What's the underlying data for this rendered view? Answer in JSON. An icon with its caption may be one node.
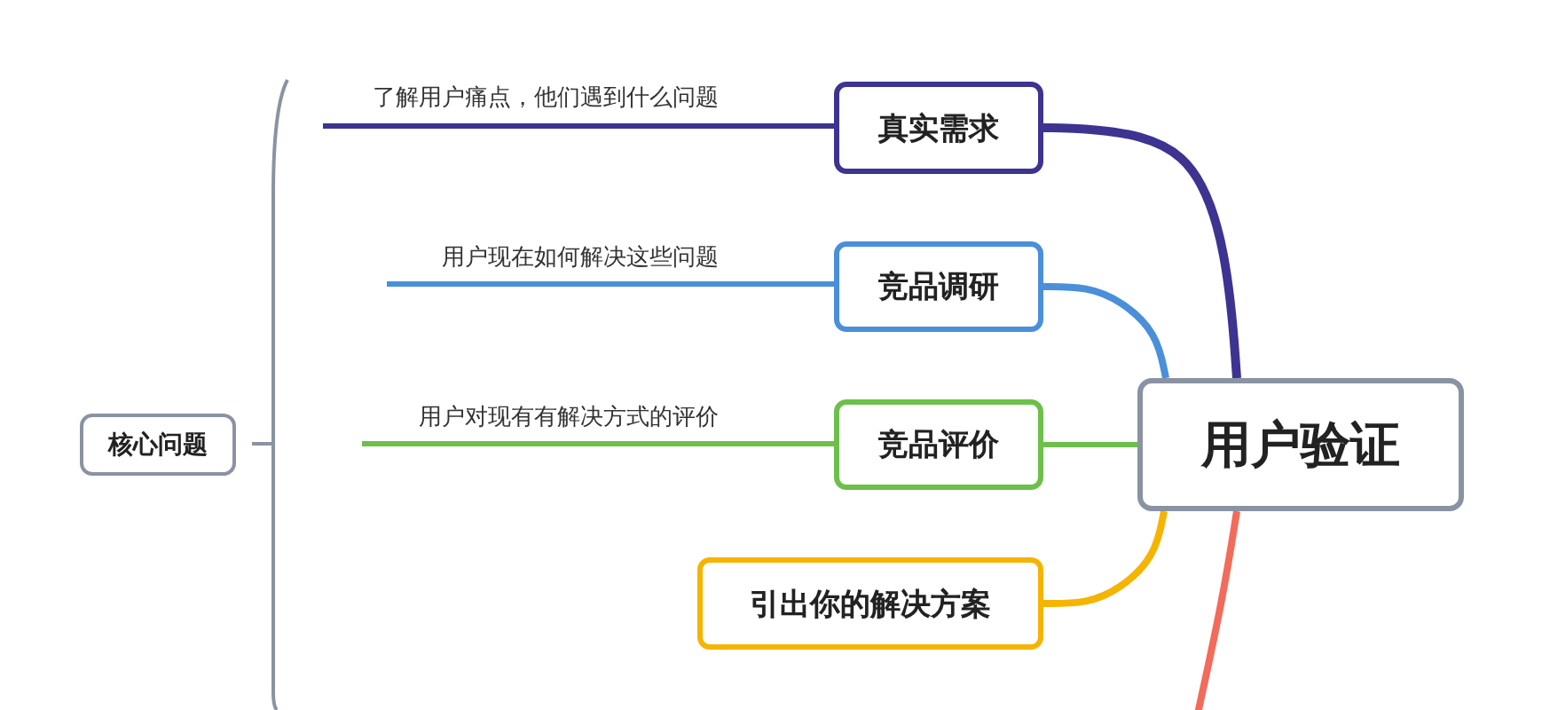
{
  "diagram": {
    "nodes": [
      {
        "text": [
          "用户验证"
        ]
      },
      {
        "text": [
          "真实需求"
        ]
      },
      {
        "text": [
          "竞品调研"
        ]
      },
      {
        "text": [
          "竞品评价"
        ]
      },
      {
        "text": [
          "引出你的解决方案"
        ]
      },
      {
        "text": [
          "了解用户痛点，他们遇到什么问题"
        ]
      },
      {
        "text": [
          "用户现在如何解决这些问题"
        ]
      },
      {
        "text": [
          "用户对现有有解决方式的评价"
        ]
      },
      {
        "text": [
          "核心问题"
        ]
      }
    ],
    "edges": [
      {
        "from": 0,
        "to": 1,
        "arrow": "none",
        "color": "#3d3390"
      },
      {
        "from": 0,
        "to": 2,
        "arrow": "none",
        "color": "#4a8fd9"
      },
      {
        "from": 0,
        "to": 3,
        "arrow": "none",
        "color": "#6cc04a"
      },
      {
        "from": 0,
        "to": 4,
        "arrow": "none",
        "color": "#f5b400"
      },
      {
        "from": 0,
        "to": null,
        "arrow": "none",
        "color": "#f26b5b"
      },
      {
        "from": 1,
        "to": 5,
        "arrow": "none",
        "color": "#3d3390"
      },
      {
        "from": 2,
        "to": 6,
        "arrow": "none",
        "color": "#4a8fd9"
      },
      {
        "from": 3,
        "to": 7,
        "arrow": "none",
        "color": "#6cc04a"
      }
    ]
  }
}
